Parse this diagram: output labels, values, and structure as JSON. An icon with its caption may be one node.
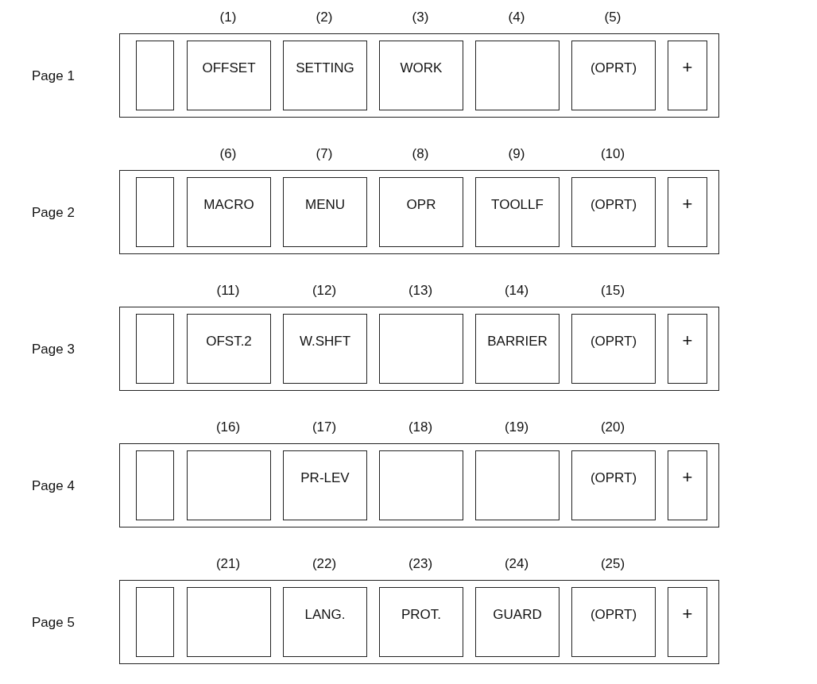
{
  "diagram": {
    "nodes": [
      {
        "text": [],
        "shape": "box",
        "beside": [
          "Page 1"
        ]
      },
      {
        "text": [],
        "shape": "box",
        "in": 0
      },
      {
        "text": [
          "OFFSET"
        ],
        "in": 0,
        "beside": [
          "(1)"
        ]
      },
      {
        "text": [
          "SETTING"
        ],
        "in": 0,
        "beside": [
          "(2)"
        ]
      },
      {
        "text": [
          "WORK"
        ],
        "in": 0,
        "beside": [
          "(3)"
        ]
      },
      {
        "text": [],
        "shape": "box",
        "in": 0,
        "beside": [
          "(4)"
        ]
      },
      {
        "text": [
          "(OPRT)"
        ],
        "in": 0,
        "beside": [
          "(5)"
        ]
      },
      {
        "text": [
          "+"
        ],
        "in": 0
      },
      {
        "text": [],
        "shape": "box",
        "beside": [
          "Page 2"
        ]
      },
      {
        "text": [],
        "shape": "box",
        "in": 8
      },
      {
        "text": [
          "MACRO"
        ],
        "in": 8,
        "beside": [
          "(6)"
        ]
      },
      {
        "text": [
          "MENU"
        ],
        "in": 8,
        "beside": [
          "(7)"
        ]
      },
      {
        "text": [
          "OPR"
        ],
        "in": 8,
        "beside": [
          "(8)"
        ]
      },
      {
        "text": [
          "TOOLLF"
        ],
        "in": 8,
        "beside": [
          "(9)"
        ]
      },
      {
        "text": [
          "(OPRT)"
        ],
        "in": 8,
        "beside": [
          "(10)"
        ]
      },
      {
        "text": [
          "+"
        ],
        "in": 8
      },
      {
        "text": [],
        "shape": "box",
        "beside": [
          "Page 3"
        ]
      },
      {
        "text": [],
        "shape": "box",
        "in": 16
      },
      {
        "text": [
          "OFST.2"
        ],
        "in": 16,
        "beside": [
          "(11)"
        ]
      },
      {
        "text": [
          "W.SHFT"
        ],
        "in": 16,
        "beside": [
          "(12)"
        ]
      },
      {
        "text": [],
        "shape": "box",
        "in": 16,
        "beside": [
          "(13)"
        ]
      },
      {
        "text": [
          "BARRIER"
        ],
        "in": 16,
        "beside": [
          "(14)"
        ]
      },
      {
        "text": [
          "(OPRT)"
        ],
        "in": 16,
        "beside": [
          "(15)"
        ]
      },
      {
        "text": [
          "+"
        ],
        "in": 16
      },
      {
        "text": [],
        "shape": "box",
        "beside": [
          "Page 4"
        ]
      },
      {
        "text": [],
        "shape": "box",
        "in": 24
      },
      {
        "text": [],
        "shape": "box",
        "in": 24,
        "beside": [
          "(16)"
        ]
      },
      {
        "text": [
          "PR-LEV"
        ],
        "in": 24,
        "beside": [
          "(17)"
        ]
      },
      {
        "text": [],
        "shape": "box",
        "in": 24,
        "beside": [
          "(18)"
        ]
      },
      {
        "text": [],
        "shape": "box",
        "in": 24,
        "beside": [
          "(19)"
        ]
      },
      {
        "text": [
          "(OPRT)"
        ],
        "in": 24,
        "beside": [
          "(20)"
        ]
      },
      {
        "text": [
          "+"
        ],
        "in": 24
      },
      {
        "text": [],
        "shape": "box",
        "beside": [
          "Page 5"
        ]
      },
      {
        "text": [],
        "shape": "box",
        "in": 32
      },
      {
        "text": [],
        "shape": "box",
        "in": 32,
        "beside": [
          "(21)"
        ]
      },
      {
        "text": [
          "LANG."
        ],
        "in": 32,
        "beside": [
          "(22)"
        ]
      },
      {
        "text": [
          "PROT."
        ],
        "in": 32,
        "beside": [
          "(23)"
        ]
      },
      {
        "text": [
          "GUARD"
        ],
        "in": 32,
        "beside": [
          "(24)"
        ]
      },
      {
        "text": [
          "(OPRT)"
        ],
        "in": 32,
        "beside": [
          "(25)"
        ]
      },
      {
        "text": [
          "+"
        ],
        "in": 32
      }
    ]
  }
}
